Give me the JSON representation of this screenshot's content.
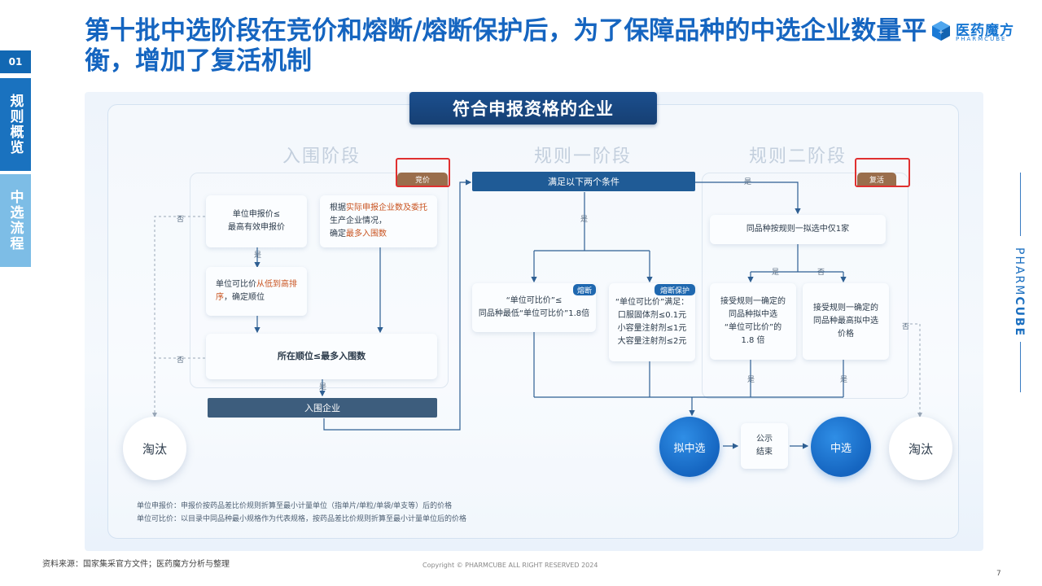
{
  "header": {
    "title": "第十批中选阶段在竞价和熔断/熔断保护后，为了保障品种的中选企业数量平衡，增加了复活机制",
    "logo_cn": "医药魔方",
    "logo_en": "PHARMCUBE"
  },
  "nav": {
    "number": "01",
    "items": [
      {
        "label": "规则概览"
      },
      {
        "label": "中选流程"
      }
    ]
  },
  "side_brand": {
    "prefix": "PHARM",
    "suffix": "CUBE"
  },
  "diagram": {
    "banner": "符合申报资格的企业",
    "stages": {
      "s1": "入围阶段",
      "s2": "规则一阶段",
      "s3": "规则二阶段"
    },
    "tags": {
      "bidding": "竞价",
      "revival": "复活",
      "meltdown": "熔断",
      "meltdown_protect": "熔断保护"
    },
    "stage1": {
      "box_a": "单位申报价≤\n最高有效申报价",
      "box_b_pre": "根据",
      "box_b_hl": "实际申报企业数及委托",
      "box_b_post": "\n生产企业情况，\n确定",
      "box_b_hl2": "最多入围数",
      "box_c_pre": "单位可比价",
      "box_c_hl": "从低到高排\n序",
      "box_c_post": "，确定顺位",
      "box_d": "所在顺位≤最多入围数",
      "bar": "入围企业"
    },
    "stage2": {
      "bar": "满足以下两个条件",
      "box_a": "“单位可比价”≤\n同品种最低“单位可比价”1.8倍",
      "box_b": "“单位可比价”满足：\n口服固体剂≤0.1元\n小容量注射剂≤1元\n大容量注射剂≤2元"
    },
    "stage3": {
      "box_top": "同品种按规则一拟选中仅1家",
      "box_a": "接受规则一确定的\n同品种拟中选\n“单位可比价”的\n1.8 倍",
      "box_b": "接受规则一确定的\n同品种最高拟中选\n价格"
    },
    "labels": {
      "yes": "是",
      "no": "否"
    },
    "outcomes": {
      "eliminate": "淘汰",
      "proposed": "拟中选",
      "publicity": "公示\n结束",
      "selected": "中选"
    },
    "notes": [
      "单位申报价：申报价按药品差比价规则折算至最小计量单位（指单片/单粒/单袋/单支等）后的价格",
      "单位可比价：以目录中同品种最小规格作为代表规格，按药品差比价规则折算至最小计量单位后的价格"
    ]
  },
  "footer": {
    "source": "资料来源：国家集采官方文件；医药魔方分析与整理",
    "copyright": "Copyright © PHARMCUBE ALL RIGHT RESERVED 2024",
    "page": "7"
  },
  "colors": {
    "title": "#1565c0",
    "nav_active": "#1a72bf",
    "nav_inactive": "#7dbde6",
    "highlight": "#c9531f",
    "red_mark": "#e03030"
  }
}
